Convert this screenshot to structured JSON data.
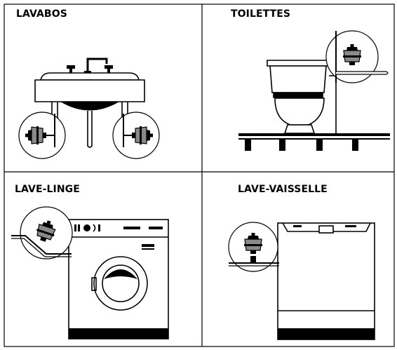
{
  "panels": {
    "lavabos": "LAVABOS",
    "toilettes": "TOILETTES",
    "lave_linge": "LAVE-LINGE",
    "lave_vaisselle": "LAVE-VAISSELLE"
  }
}
